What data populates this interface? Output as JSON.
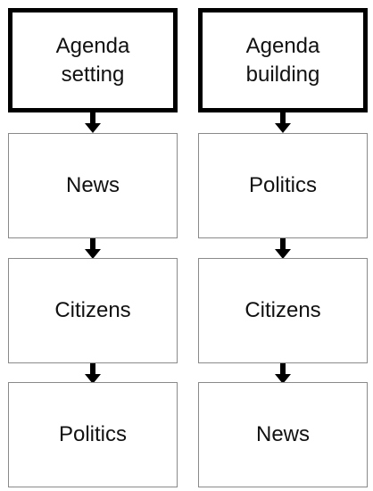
{
  "columns": [
    {
      "title": "Agenda\nsetting",
      "steps": [
        "News",
        "Citizens",
        "Politics"
      ]
    },
    {
      "title": "Agenda\nbuilding",
      "steps": [
        "Politics",
        "Citizens",
        "News"
      ]
    }
  ]
}
